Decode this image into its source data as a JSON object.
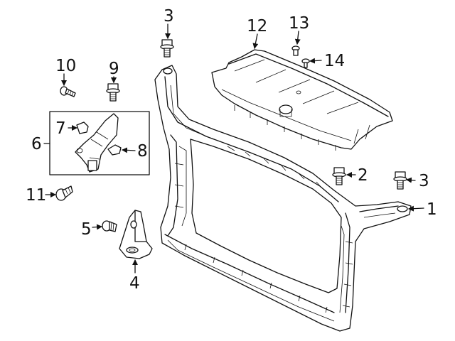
{
  "diagram": {
    "callouts": [
      {
        "id": "1",
        "text": "1"
      },
      {
        "id": "2",
        "text": "2"
      },
      {
        "id": "3a",
        "text": "3"
      },
      {
        "id": "3b",
        "text": "3"
      },
      {
        "id": "4",
        "text": "4"
      },
      {
        "id": "5",
        "text": "5"
      },
      {
        "id": "6",
        "text": "6"
      },
      {
        "id": "7",
        "text": "7"
      },
      {
        "id": "8",
        "text": "8"
      },
      {
        "id": "9",
        "text": "9"
      },
      {
        "id": "10",
        "text": "10"
      },
      {
        "id": "11",
        "text": "11"
      },
      {
        "id": "12",
        "text": "12"
      },
      {
        "id": "13",
        "text": "13"
      },
      {
        "id": "14",
        "text": "14"
      }
    ]
  }
}
